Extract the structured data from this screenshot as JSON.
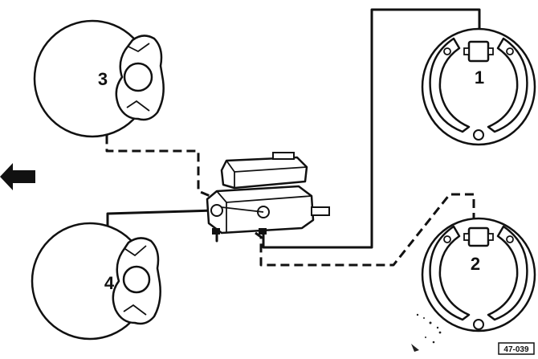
{
  "wheels": [
    {
      "label": "1",
      "brake": "drum"
    },
    {
      "label": "2",
      "brake": "drum"
    },
    {
      "label": "3",
      "brake": "disc"
    },
    {
      "label": "4",
      "brake": "disc"
    }
  ],
  "reference_code": "47-039",
  "direction_arrow": "left-arrow-icon"
}
